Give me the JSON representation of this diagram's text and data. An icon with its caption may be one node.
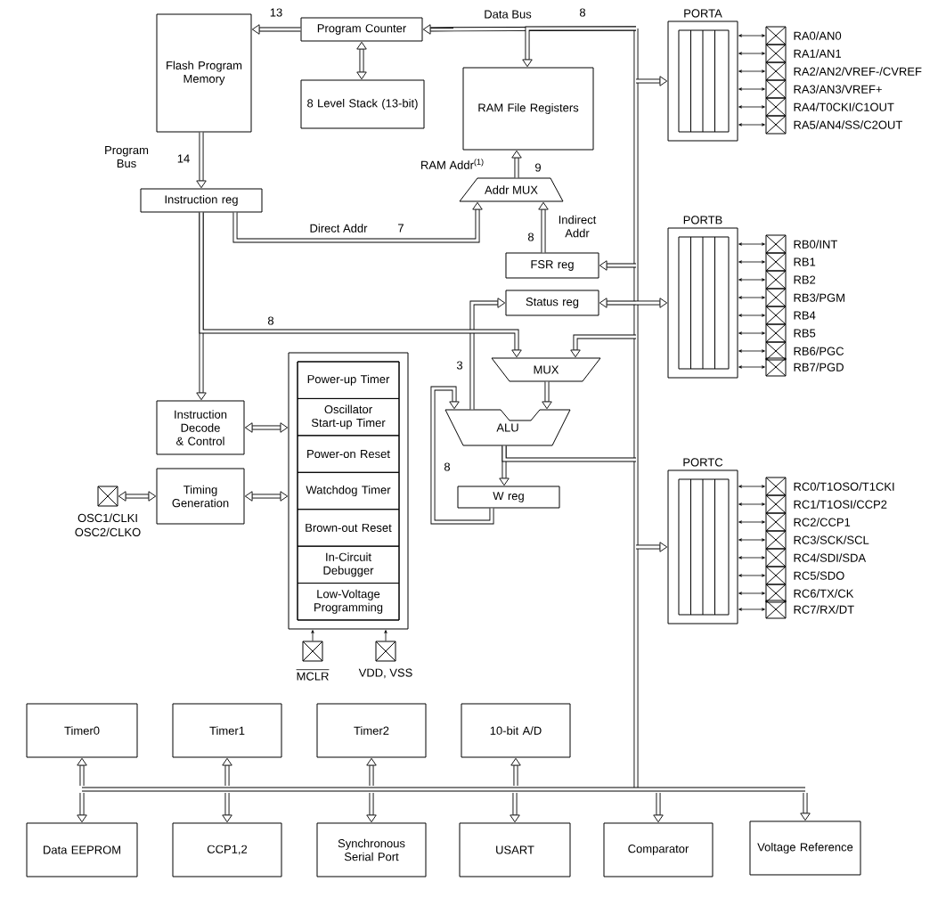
{
  "diagram": {
    "nodes": [
      {
        "text": [
          "Flash Program Memory"
        ]
      },
      {
        "text": [
          "Program Counter"
        ]
      },
      {
        "text": [
          "8 Level Stack (13-bit)"
        ]
      },
      {
        "text": [
          "RAM File Registers"
        ]
      },
      {
        "text": [
          "Instruction reg"
        ]
      },
      {
        "text": [
          "Addr MUX"
        ]
      },
      {
        "text": [
          "FSR reg"
        ]
      },
      {
        "text": [
          "Status reg"
        ]
      },
      {
        "text": [
          "MUX"
        ]
      },
      {
        "text": [
          "ALU"
        ]
      },
      {
        "text": [
          "W reg"
        ]
      },
      {
        "text": [
          "Instruction Decode & Control"
        ]
      },
      {
        "text": [
          "Timing Generation"
        ]
      },
      {
        "text": [],
        "shape": "box",
        "beside": [
          "OSC1/CLKI",
          "OSC2/CLKO"
        ]
      },
      {
        "text": [],
        "shape": "box"
      },
      {
        "text": [
          "Power-up Timer"
        ],
        "in": 14
      },
      {
        "text": [
          "Oscillator Start-up Timer"
        ],
        "in": 14
      },
      {
        "text": [
          "Power-on Reset"
        ],
        "in": 14
      },
      {
        "text": [
          "Watchdog Timer"
        ],
        "in": 14
      },
      {
        "text": [
          "Brown-out Reset"
        ],
        "in": 14
      },
      {
        "text": [
          "In-Circuit Debugger"
        ],
        "in": 14
      },
      {
        "text": [
          "Low-Voltage Programming"
        ],
        "in": 14
      },
      {
        "text": [],
        "shape": "box",
        "beside": [
          "MCLR"
        ]
      },
      {
        "text": [],
        "shape": "box",
        "beside": [
          "VDD, VSS"
        ]
      },
      {
        "text": [
          "PORTA"
        ]
      },
      {
        "text": [],
        "shape": "box",
        "beside": [
          "RA0/AN0"
        ]
      },
      {
        "text": [],
        "shape": "box",
        "beside": [
          "RA1/AN1"
        ]
      },
      {
        "text": [],
        "shape": "box",
        "beside": [
          "RA2/AN2/VREF-/CVREF"
        ]
      },
      {
        "text": [],
        "shape": "box",
        "beside": [
          "RA3/AN3/VREF+"
        ]
      },
      {
        "text": [],
        "shape": "box",
        "beside": [
          "RA4/T0CKI/C1OUT"
        ]
      },
      {
        "text": [],
        "shape": "box",
        "beside": [
          "RA5/AN4/SS/C2OUT"
        ]
      },
      {
        "text": [
          "PORTB"
        ]
      },
      {
        "text": [],
        "shape": "box",
        "beside": [
          "RB0/INT"
        ]
      },
      {
        "text": [],
        "shape": "box",
        "beside": [
          "RB1"
        ]
      },
      {
        "text": [],
        "shape": "box",
        "beside": [
          "RB2"
        ]
      },
      {
        "text": [],
        "shape": "box",
        "beside": [
          "RB3/PGM"
        ]
      },
      {
        "text": [],
        "shape": "box",
        "beside": [
          "RB4"
        ]
      },
      {
        "text": [],
        "shape": "box",
        "beside": [
          "RB5"
        ]
      },
      {
        "text": [],
        "shape": "box",
        "beside": [
          "RB6/PGC"
        ]
      },
      {
        "text": [],
        "shape": "box",
        "beside": [
          "RB7/PGD"
        ]
      },
      {
        "text": [
          "PORTC"
        ]
      },
      {
        "text": [],
        "shape": "box",
        "beside": [
          "RC0/T1OSO/T1CKI"
        ]
      },
      {
        "text": [],
        "shape": "box",
        "beside": [
          "RC1/T1OSI/CCP2"
        ]
      },
      {
        "text": [],
        "shape": "box",
        "beside": [
          "RC2/CCP1"
        ]
      },
      {
        "text": [],
        "shape": "box",
        "beside": [
          "RC3/SCK/SCL"
        ]
      },
      {
        "text": [],
        "shape": "box",
        "beside": [
          "RC4/SDI/SDA"
        ]
      },
      {
        "text": [],
        "shape": "box",
        "beside": [
          "RC5/SDO"
        ]
      },
      {
        "text": [],
        "shape": "box",
        "beside": [
          "RC6/TX/CK"
        ]
      },
      {
        "text": [],
        "shape": "box",
        "beside": [
          "RC7/RX/DT"
        ]
      },
      {
        "text": [
          "Timer0"
        ]
      },
      {
        "text": [
          "Timer1"
        ]
      },
      {
        "text": [
          "Timer2"
        ]
      },
      {
        "text": [
          "10-bit A/D"
        ]
      },
      {
        "text": [
          "Data EEPROM"
        ]
      },
      {
        "text": [
          "CCP1,2"
        ]
      },
      {
        "text": [
          "Synchronous Serial Port"
        ]
      },
      {
        "text": [
          "USART"
        ]
      },
      {
        "text": [
          "Comparator"
        ]
      },
      {
        "text": [
          "Voltage Reference"
        ]
      }
    ],
    "edges": [
      {
        "from": null,
        "to": 1,
        "arrow": "to"
      },
      {
        "from": 1,
        "to": 0,
        "arrow": "to",
        "label": "13"
      },
      {
        "from": 1,
        "to": 2,
        "arrow": "both"
      },
      {
        "from": null,
        "to": 3,
        "arrow": "to"
      },
      {
        "from": 0,
        "to": 4,
        "arrow": "to",
        "label": "14"
      },
      {
        "from": 4,
        "to": 5,
        "arrow": "to",
        "label": "Direct Addr"
      },
      {
        "from": 5,
        "to": 3,
        "arrow": "to",
        "label": "RAM Addr$^{(1)}$"
      },
      {
        "from": 6,
        "to": 5,
        "arrow": "to",
        "label": "Indirect Addr"
      },
      {
        "from": null,
        "to": 6,
        "arrow": "to"
      },
      {
        "from": null,
        "to": 7,
        "arrow": "to"
      },
      {
        "from": null,
        "to": 24,
        "arrow": "to"
      },
      {
        "from": null,
        "to": 31,
        "arrow": "to"
      },
      {
        "from": null,
        "to": 40,
        "arrow": "to"
      },
      {
        "from": 4,
        "to": 11,
        "arrow": "to"
      },
      {
        "from": 11,
        "to": 14,
        "arrow": "both"
      },
      {
        "from": 12,
        "to": 14,
        "arrow": "both"
      },
      {
        "from": 13,
        "to": 12,
        "arrow": "both"
      },
      {
        "from": 22,
        "to": 14,
        "arrow": "to"
      },
      {
        "from": 23,
        "to": 14,
        "arrow": "to"
      },
      {
        "from": 9,
        "to": 7,
        "arrow": "to"
      },
      {
        "from": null,
        "to": 8,
        "arrow": "to"
      },
      {
        "from": 4,
        "to": 8,
        "arrow": "to",
        "label": "8"
      },
      {
        "from": 8,
        "to": 9,
        "arrow": "to"
      },
      {
        "from": 9,
        "to": 10,
        "arrow": "to"
      },
      {
        "from": 10,
        "to": 9,
        "arrow": "to"
      },
      {
        "from": 9,
        "to": null,
        "arrow": "none"
      },
      {
        "from": 24,
        "to": 25,
        "arrow": "both"
      },
      {
        "from": 24,
        "to": 26,
        "arrow": "both"
      },
      {
        "from": 24,
        "to": 27,
        "arrow": "both"
      },
      {
        "from": 24,
        "to": 28,
        "arrow": "both"
      },
      {
        "from": 24,
        "to": 29,
        "arrow": "both"
      },
      {
        "from": 24,
        "to": 30,
        "arrow": "both"
      },
      {
        "from": 31,
        "to": 32,
        "arrow": "both"
      },
      {
        "from": 31,
        "to": 33,
        "arrow": "both"
      },
      {
        "from": 31,
        "to": 34,
        "arrow": "both"
      },
      {
        "from": 31,
        "to": 35,
        "arrow": "both"
      },
      {
        "from": 31,
        "to": 36,
        "arrow": "both"
      },
      {
        "from": 31,
        "to": 37,
        "arrow": "both"
      },
      {
        "from": 31,
        "to": 38,
        "arrow": "both"
      },
      {
        "from": 31,
        "to": 39,
        "arrow": "both"
      },
      {
        "from": 40,
        "to": 41,
        "arrow": "both"
      },
      {
        "from": 40,
        "to": 42,
        "arrow": "both"
      },
      {
        "from": 40,
        "to": 43,
        "arrow": "both"
      },
      {
        "from": 40,
        "to": 44,
        "arrow": "both"
      },
      {
        "from": 40,
        "to": 45,
        "arrow": "both"
      },
      {
        "from": 40,
        "to": 46,
        "arrow": "both"
      },
      {
        "from": 40,
        "to": 47,
        "arrow": "both"
      },
      {
        "from": 40,
        "to": 48,
        "arrow": "both"
      },
      {
        "from": null,
        "to": 49,
        "arrow": "to"
      },
      {
        "from": null,
        "to": 50,
        "arrow": "to"
      },
      {
        "from": null,
        "to": 51,
        "arrow": "to"
      },
      {
        "from": null,
        "to": 52,
        "arrow": "to"
      },
      {
        "from": null,
        "to": 53,
        "arrow": "to"
      },
      {
        "from": null,
        "to": 54,
        "arrow": "to"
      },
      {
        "from": null,
        "to": 55,
        "arrow": "to"
      },
      {
        "from": null,
        "to": 56,
        "arrow": "to"
      },
      {
        "from": null,
        "to": 57,
        "arrow": "to"
      },
      {
        "from": null,
        "to": 58,
        "arrow": "to"
      }
    ],
    "labels": [
      "Program Bus",
      "Data Bus",
      "8",
      "7",
      "9",
      "8",
      "3",
      "8"
    ]
  }
}
